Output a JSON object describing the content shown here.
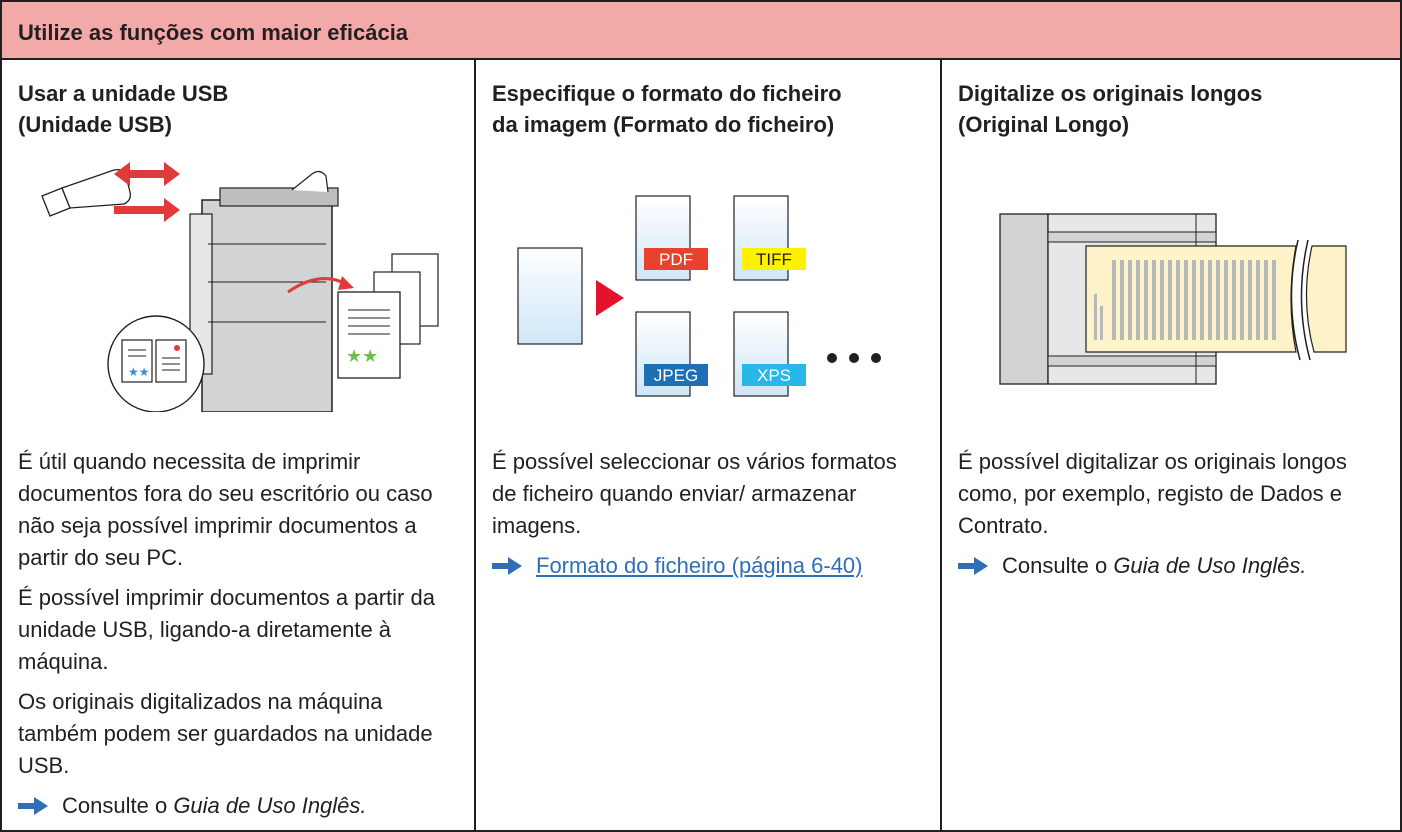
{
  "header": {
    "title": "Utilize as funções com maior eficácia"
  },
  "columns": [
    {
      "title_line1": "Usar a unidade USB",
      "title_line2": "(Unidade USB)",
      "paragraphs": [
        "É útil quando necessita de imprimir documentos fora do seu escritório ou caso não seja possível imprimir documentos a partir do seu PC.",
        "É possível imprimir documentos a partir da unidade USB, ligando-a diretamente à máquina.",
        "Os originais digitalizados na máquina também podem ser guardados na unidade USB."
      ],
      "ref_prefix": "Consulte o ",
      "ref_italic": "Guia de Uso Inglês."
    },
    {
      "title_line1": "Especifique o formato do ficheiro",
      "title_line2": "da imagem (Formato do ficheiro)",
      "paragraphs": [
        "É possível seleccionar os vários formatos de ficheiro quando enviar/ armazenar imagens."
      ],
      "ref_link": "Formato do ficheiro (página 6-40)",
      "file_labels": [
        "PDF",
        "TIFF",
        "JPEG",
        "XPS"
      ]
    },
    {
      "title_line1": "Digitalize os originais longos",
      "title_line2": "(Original Longo)",
      "paragraphs": [
        "É possível digitalizar os originais longos como, por exemplo, registo de Dados e Contrato."
      ],
      "ref_prefix": "Consulte o ",
      "ref_italic": "Guia de Uso Inglês."
    }
  ],
  "colors": {
    "header_bg": "#f4a9a9",
    "arrow_blue": "#2e6fb5",
    "usb_arrow_red": "#e03a3a",
    "pdf": "#e8412c",
    "tiff": "#fff200",
    "jpeg": "#1f6fb5",
    "xps": "#29b6e8"
  },
  "icons": {
    "reference": "right-arrow-icon",
    "usb": "usb-drive-icon",
    "printer": "multifunction-printer-icon",
    "scanner": "document-feeder-icon"
  }
}
